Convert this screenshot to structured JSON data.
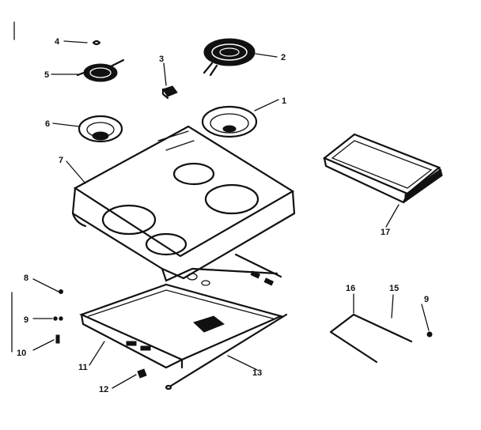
{
  "labels": {
    "p1": "1",
    "p2": "2",
    "p3": "3",
    "p4": "4",
    "p5": "5",
    "p6": "6",
    "p7": "7",
    "p8": "8",
    "p9": "9",
    "p10": "10",
    "p11": "11",
    "p12": "12",
    "p13": "13",
    "p15": "15",
    "p16": "16",
    "p17": "17",
    "p9b": "9"
  }
}
